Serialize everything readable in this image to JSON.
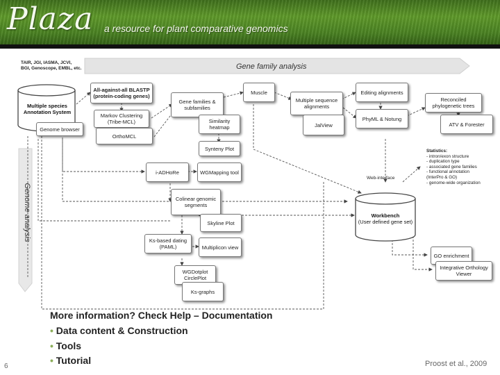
{
  "header": {
    "logo": "Plaza",
    "tagline": "a resource for plant comparative genomics"
  },
  "diagram": {
    "sources_line1": "TAIR, JGI, IASMA, JCVI,",
    "sources_line2": "BGI, Genoscope, EMBL, etc.",
    "gene_family_label": "Gene family analysis",
    "genome_analysis_label": "Genome analysis",
    "database": {
      "line1": "Multiple species",
      "line2": "Annotation System"
    },
    "workbench": {
      "line1": "Workbench",
      "line2": "(User defined gene set)"
    },
    "web_interface_label": "Web-interface",
    "boxes": {
      "blastp": {
        "line1": "All-against-all BLASTP",
        "line2": "(protein-coding genes)"
      },
      "genome_browser": "Genome browser",
      "markov": {
        "line1": "Markov Clustering",
        "line2": "(Tribe-MCL)"
      },
      "orthomcl": "OrthoMCL",
      "gene_families": {
        "line1": "Gene families &",
        "line2": "subfamilies"
      },
      "similarity_heatmap": {
        "line1": "Similarity",
        "line2": "heatmap"
      },
      "synteny_plot": "Synteny Plot",
      "muscle": "Muscle",
      "msa": {
        "line1": "Multiple sequence",
        "line2": "alignments"
      },
      "jalview": "JalView",
      "editing": "Editing alignments",
      "phyml": "PhyML & Notung",
      "reconciled": {
        "line1": "Reconciled",
        "line2": "phylogenetic trees"
      },
      "atv": "ATV & Forester",
      "iadhore": "i-ADHoRe",
      "wgmapping": "WGMapping tool",
      "colinear": {
        "line1": "Colinear genomic",
        "line2": "segments"
      },
      "skyline": "Skyline Plot",
      "ks_dating": {
        "line1": "Ks-based dating",
        "line2": "(PAML)"
      },
      "multiplicon": "Multiplicon view",
      "wgdotplot": {
        "line1": "WGDotplot",
        "line2": "CirclePlot"
      },
      "ks_graphs": "Ks-graphs",
      "go": "GO enrichment",
      "integrative": {
        "line1": "Integrative Orthology",
        "line2": "Viewer"
      }
    },
    "statistics": {
      "title": "Statistics:",
      "items": [
        "- intron/exon structure",
        "- duplication type",
        "- associated gene families",
        "- functional annotation",
        "(InterPro & GO)",
        "- genome-wide organization"
      ]
    }
  },
  "footer": {
    "more_info": "More information? Check Help – Documentation",
    "bullets": [
      "Data content & Construction",
      "Tools",
      "Tutorial"
    ],
    "page_number": "6",
    "citation": "Proost et al., 2009"
  }
}
